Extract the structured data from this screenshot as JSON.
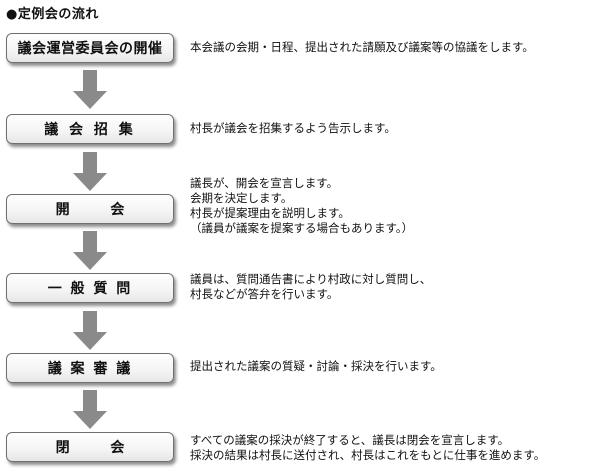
{
  "title": "●定例会の流れ",
  "steps": [
    {
      "label": "議会運営委員会の開催",
      "description": [
        "本会議の会期・日程、提出された請願及び議案等の協議をします。"
      ]
    },
    {
      "label": "議 会 招 集",
      "description": [
        "村長が議会を招集するよう告示します。"
      ]
    },
    {
      "label": "開 会",
      "description": [
        "議長が、開会を宣言します。",
        "会期を決定します。",
        "村長が提案理由を説明します。",
        "（議員が議案を提案する場合もあります。）"
      ]
    },
    {
      "label": "一 般 質 問",
      "description": [
        "議員は、質問通告書により村政に対し質問し、",
        "村長などが答弁を行います。"
      ]
    },
    {
      "label": "議 案 審 議",
      "description": [
        "提出された議案の質疑・討論・採決を行います。"
      ]
    },
    {
      "label": "閉 会",
      "description": [
        "すべての議案の採決が終了すると、議長は閉会を宣言します。",
        "採決の結果は村長に送付され、村長はこれをもとに仕事を進めます。"
      ]
    }
  ],
  "colors": {
    "arrow": "#8a8a8a",
    "box_border": "#6f6f6f"
  }
}
